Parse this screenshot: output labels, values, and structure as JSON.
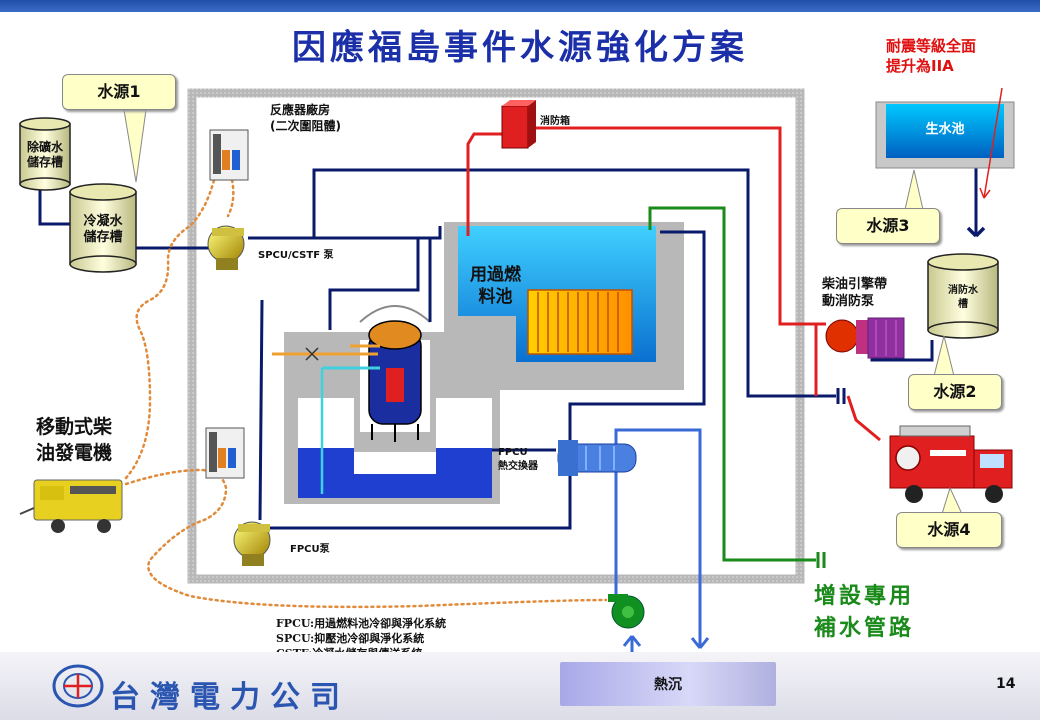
{
  "title": "因應福島事件水源強化方案",
  "note": {
    "line1": "耐震等級全面",
    "line2": "提升為IIA"
  },
  "sources": {
    "s1": "水源1",
    "s2": "水源2",
    "s3": "水源3",
    "s4": "水源4"
  },
  "tanks": {
    "demin_l1": "除礦水",
    "demin_l2": "儲存槽",
    "cond_l1": "冷凝水",
    "cond_l2": "儲存槽",
    "raw_water_pool": "生水池",
    "fire_tank_l1": "消防水",
    "fire_tank_l2": "槽"
  },
  "labels": {
    "reactor_building_l1": "反應器廠房",
    "reactor_building_l2": "(二次圍阻體)",
    "fire_box": "消防箱",
    "spcu_pump": "SPCU/CSTF 泵",
    "spent_fuel_pool_l1": "用過燃",
    "spent_fuel_pool_l2": "料池",
    "diesel_pump_l1": "柴油引擎帶",
    "diesel_pump_l2": "動消防泵",
    "fpcu_hx_l1": "FPCU",
    "fpcu_hx_l2": "熱交換器",
    "fpcu_pump": "FPCU泵",
    "mobile_gen_l1": "移動式柴",
    "mobile_gen_l2": "油發電機",
    "dedicated_pipe_l1": "增設專用",
    "dedicated_pipe_l2": "補水管路",
    "heat_sink": "熱沉"
  },
  "legend": [
    "FPCU:用過燃料池冷卻與淨化系統",
    "SPCU:抑壓池冷卻與淨化系統",
    "CSTF:冷凝水儲存與傳送系統"
  ],
  "footer": {
    "company": "台灣電力公司",
    "page": "14"
  },
  "colors": {
    "pipe_navy": "#0a1a6a",
    "pipe_red": "#e02020",
    "pipe_green": "#1a8a1a",
    "pipe_blue": "#3a6ad8",
    "pool_cyan": "#22bff0",
    "callout_fill": "#ffffc8",
    "title_blue": "#1a2fa8",
    "power_line_orange": "#e08a3a"
  }
}
